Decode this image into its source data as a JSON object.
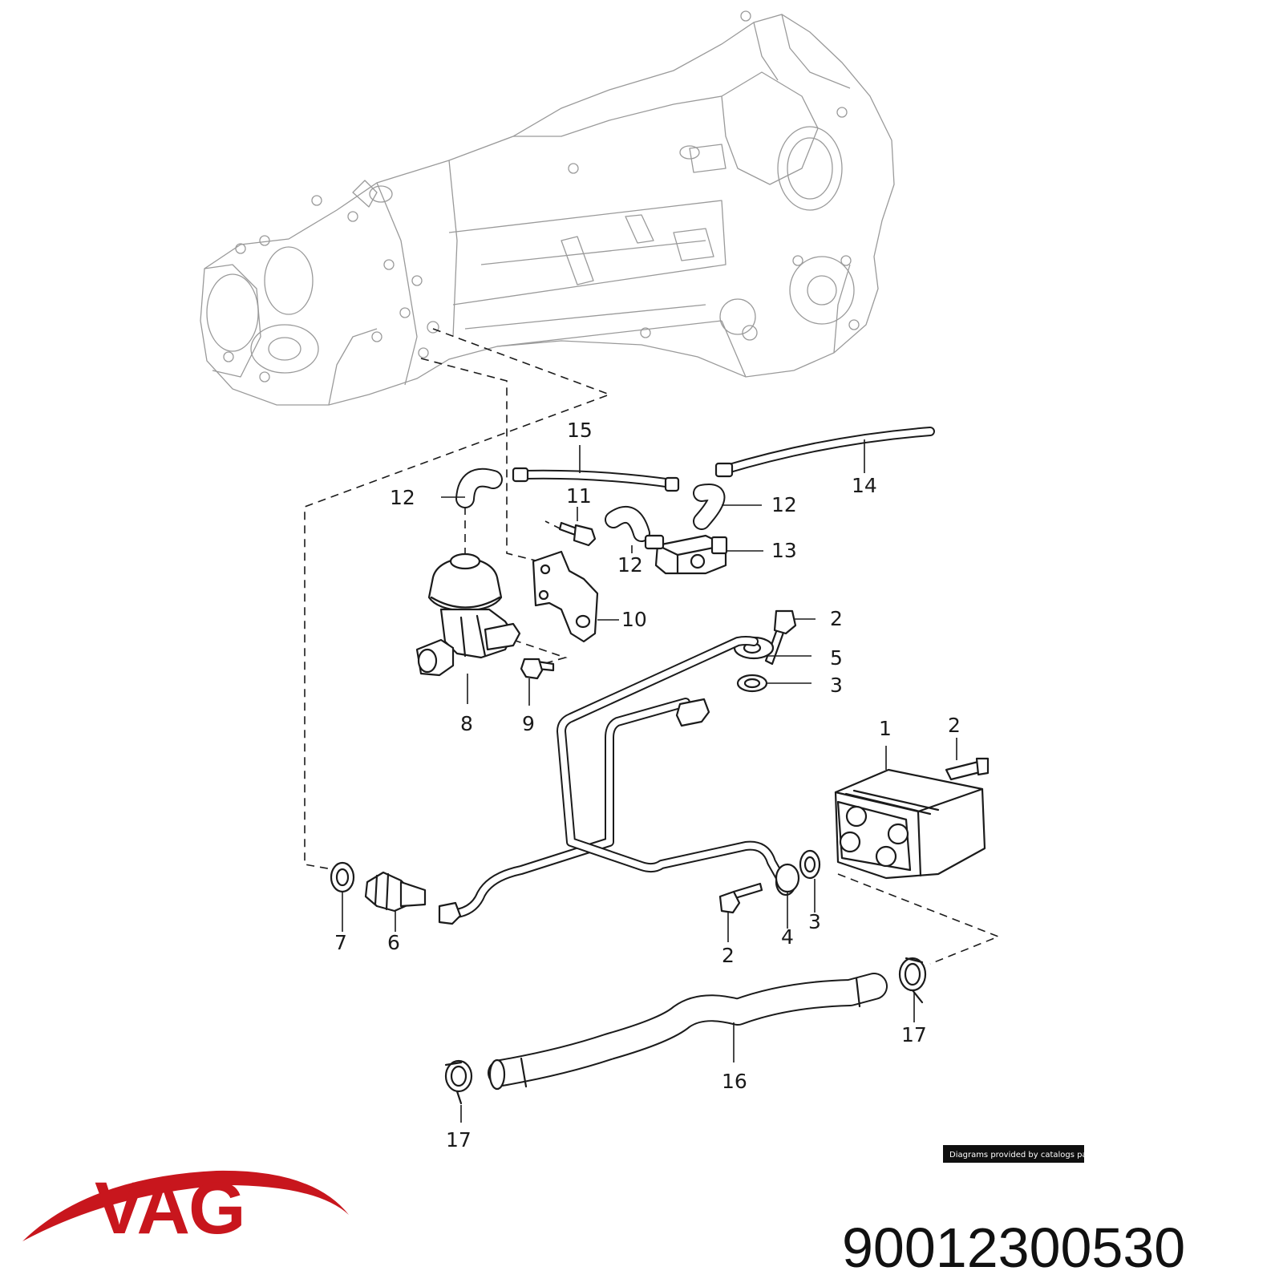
{
  "diagram": {
    "callouts": {
      "c1": "1",
      "c2a": "2",
      "c2b": "2",
      "c2c": "2",
      "c3a": "3",
      "c3b": "3",
      "c4": "4",
      "c5": "5",
      "c6": "6",
      "c7": "7",
      "c8": "8",
      "c9": "9",
      "c10": "10",
      "c11": "11",
      "c12a": "12",
      "c12b": "12",
      "c12c": "12",
      "c13": "13",
      "c14": "14",
      "c15": "15",
      "c16": "16",
      "c17a": "17",
      "c17b": "17"
    }
  },
  "credit": "Diagrams provided by catalogs parts",
  "brand": {
    "name": "VAG",
    "color": "#c8161d"
  },
  "part_number": "90012300530"
}
